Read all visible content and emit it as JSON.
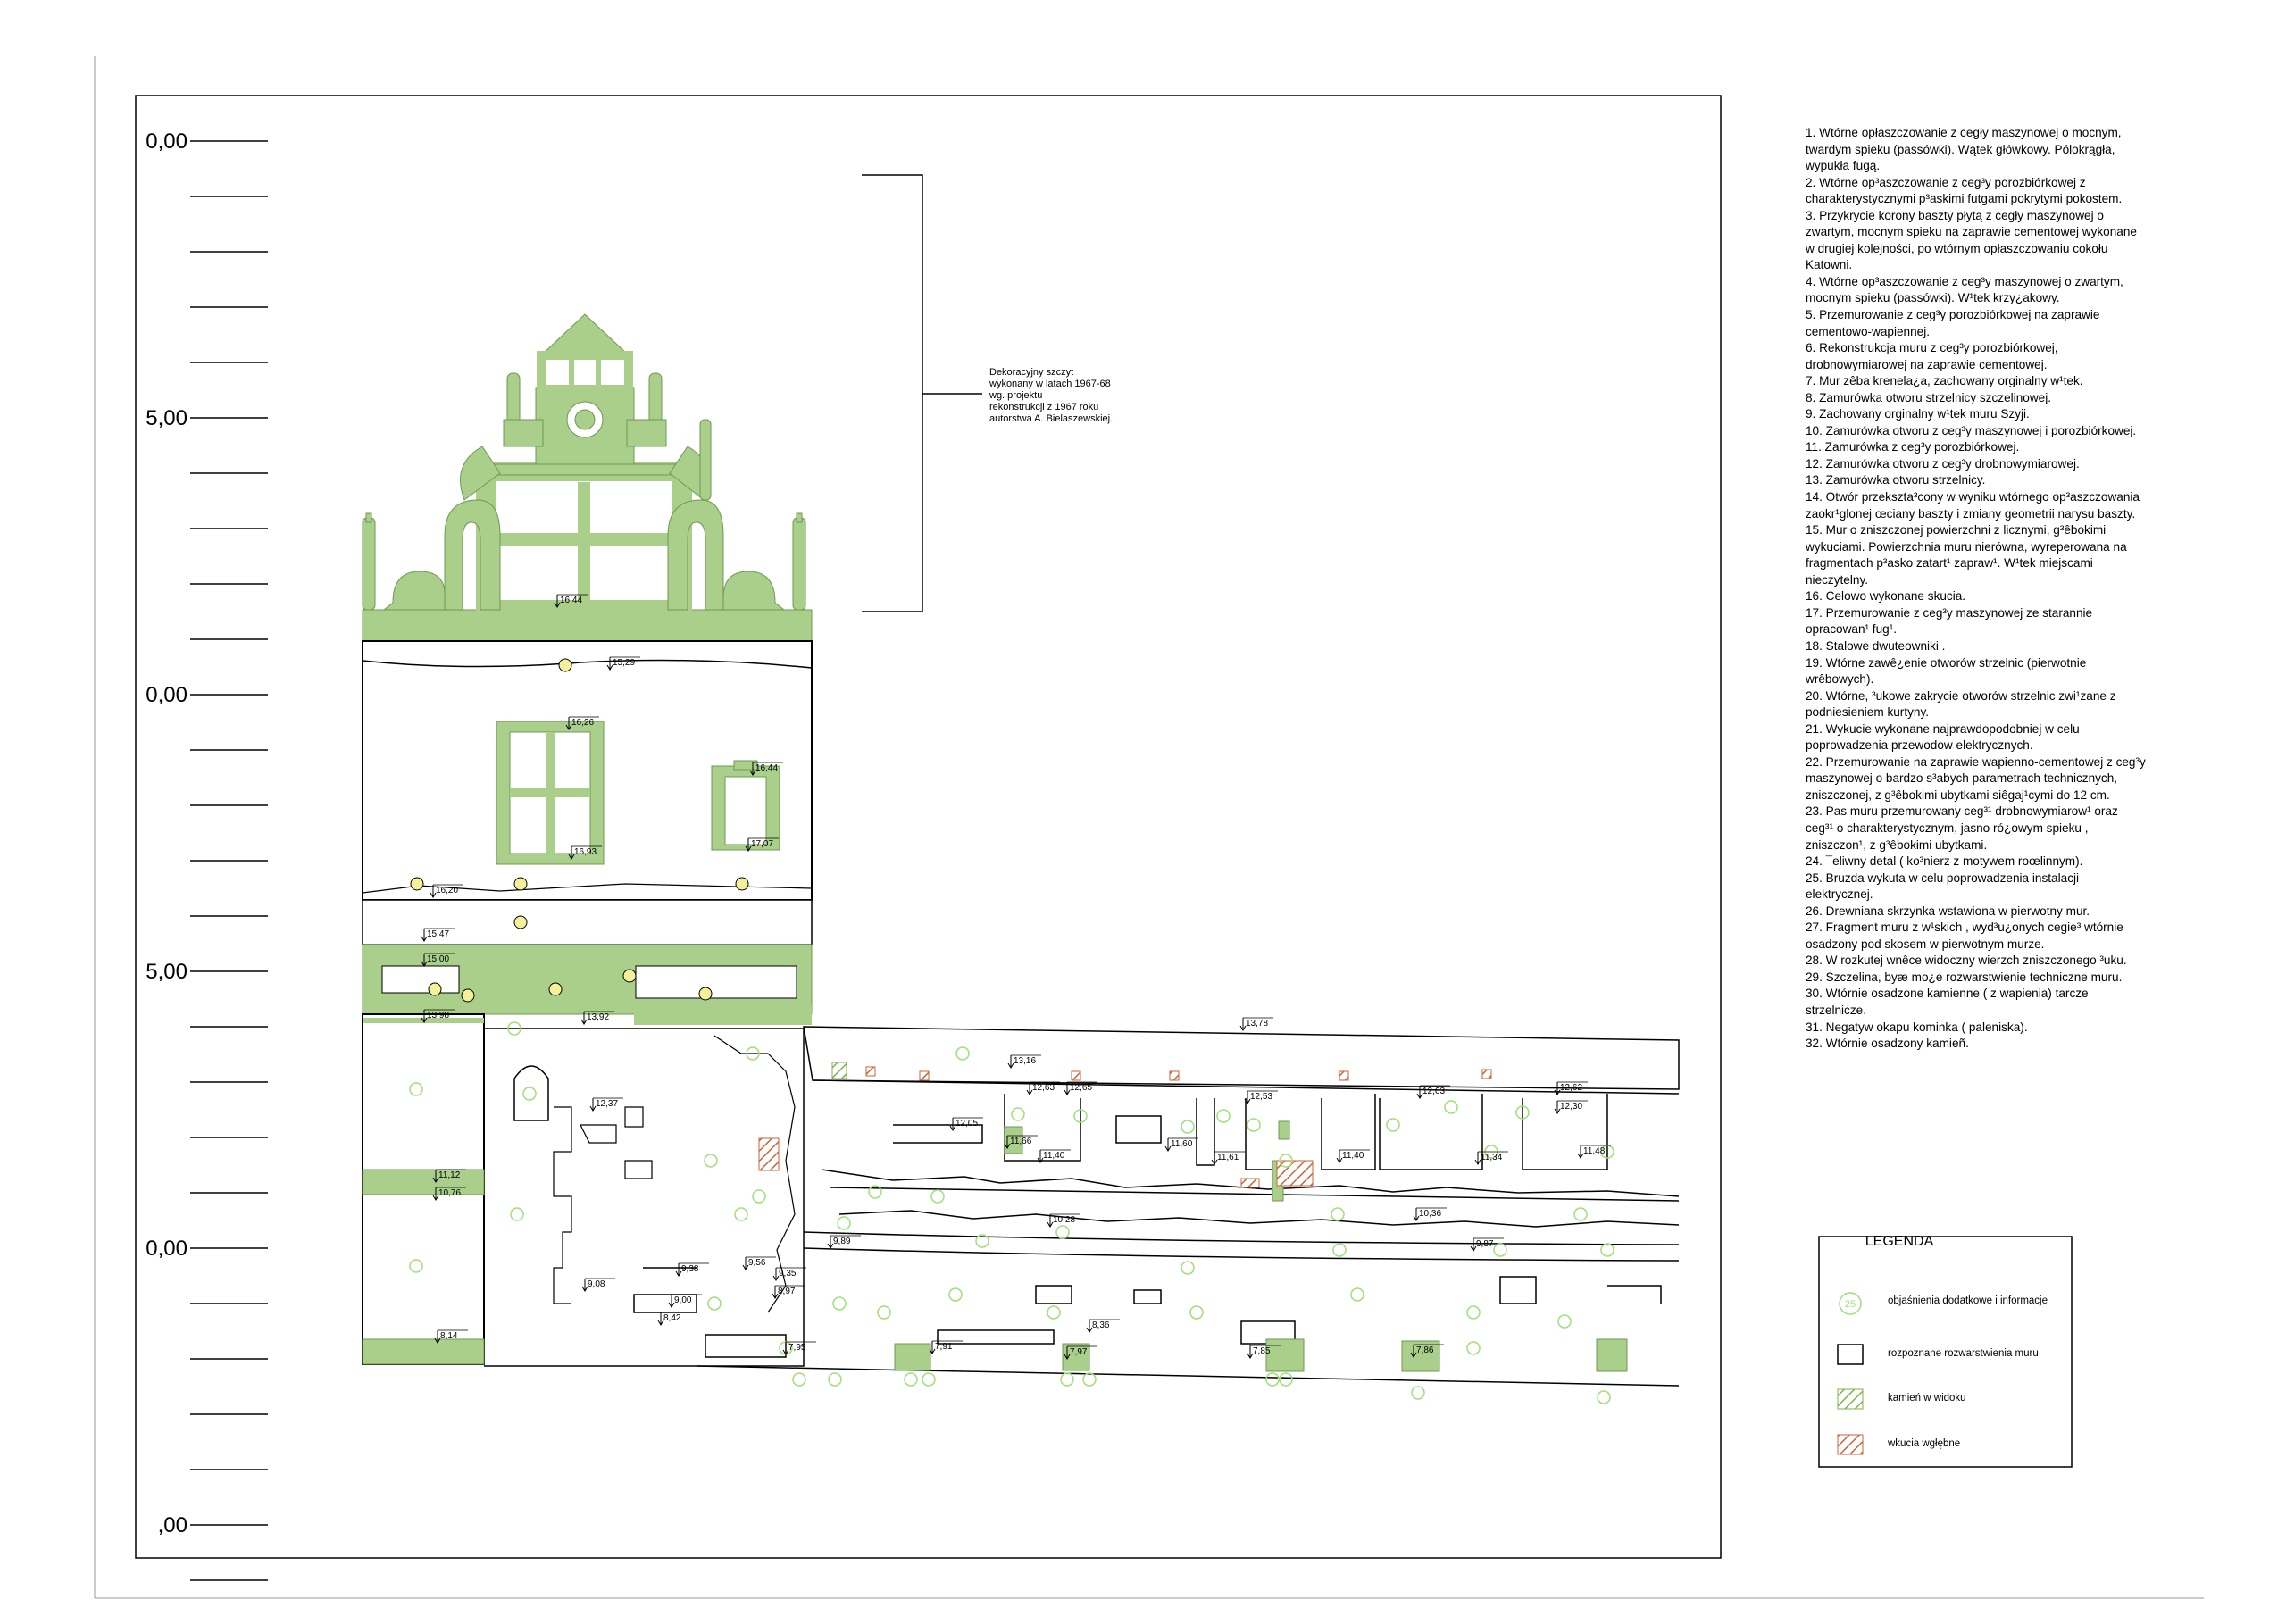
{
  "scale": {
    "labels": [
      "0,00",
      "5,00",
      "0,00",
      "5,00",
      "0,00",
      ",00"
    ]
  },
  "annotation": {
    "lines": [
      "Dekoracyjny szczyt",
      "wykonany w latach 1967-68",
      "wg. projektu",
      "rekonstrukcji z 1967 roku",
      "autorstwa A. Bielaszewskiej."
    ]
  },
  "elevation_marks": [
    "16,44",
    "15,29",
    "16,26",
    "16,44",
    "16,93",
    "17,07",
    "16,20",
    "15,47",
    "15,00",
    "13,98",
    "13,92",
    "13,78",
    "13,16",
    "12,37",
    "12,63",
    "12,65",
    "12,53",
    "12,63",
    "12,62",
    "12,30",
    "12,05",
    "11,66",
    "11,40",
    "11,60",
    "11,61",
    "11,40",
    "11,34",
    "11,48",
    "11,12",
    "10,76",
    "10,28",
    "10,36",
    "9,89",
    "9,87",
    "9,38",
    "9,56",
    "9,35",
    "9,08",
    "8,97",
    "9,00",
    "8,42",
    "8,36",
    "8,14",
    "7,95",
    "7,91",
    "7,97",
    "7,85",
    "7,86"
  ],
  "notes": [
    "1. Wtórne opłaszczowanie z cegły maszynowej o mocnym, twardym spieku (passówki). Wątek główkowy. Pólokrągła, wypukła  fugą.",
    "2. Wtórne op³aszczowanie z ceg³y porozbiórkowej z charakterystycznymi p³askimi futgami pokrytymi pokostem.",
    "3. Przykrycie korony baszty płytą z cegły maszynowej o zwartym, mocnym spieku na zaprawie cementowej wykonane w drugiej kolejności, po wtórnym opłaszczowaniu cokołu Katowni.",
    "4. Wtórne op³aszczowanie z ceg³y maszynowej o zwartym, mocnym spieku (passówki). W¹tek krzy¿akowy.",
    "5. Przemurowanie z ceg³y porozbiórkowej na zaprawie cementowo-wapiennej.",
    "6. Rekonstrukcja muru z ceg³y porozbiórkowej, drobnowymiarowej na zaprawie cementowej.",
    "7. Mur zêba krenela¿a, zachowany orginalny w¹tek.",
    "8. Zamurówka otworu strzelnicy szczelinowej.",
    "9. Zachowany orginalny w¹tek muru Szyji.",
    "10. Zamurówka otworu z ceg³y maszynowej i porozbiórkowej.",
    "11. Zamurówka z ceg³y porozbiórkowej.",
    "12. Zamurówka otworu z ceg³y drobnowymiarowej.",
    "13. Zamurówka otworu strzelnicy.",
    "14. Otwór przekszta³cony w wyniku wtórnego op³aszczowania zaokr¹glonej œciany baszty i zmiany geometrii narysu baszty.",
    "15. Mur o zniszczonej powierzchni z licznymi, g³êbokimi wykuciami. Powierzchnia muru nierówna, wyreperowana na fragmentach p³asko zatart¹ zapraw¹. W¹tek miejscami nieczytelny.",
    "16. Celowo wykonane skucia.",
    "17. Przemurowanie z ceg³y maszynowej ze starannie opracowan¹ fug¹.",
    "18. Stalowe dwuteowniki .",
    "19. Wtórne zawê¿enie otworów strzelnic (pierwotnie wrêbowych).",
    "20. Wtórne, ³ukowe zakrycie otworów strzelnic zwi¹zane z  podniesieniem kurtyny.",
    "21. Wykucie wykonane najprawdopodobniej w celu poprowadzenia przewodow elektrycznych.",
    "22. Przemurowanie na zaprawie wapienno-cementowej z ceg³y maszynowej o bardzo s³abych parametrach technicznych, zniszczonej, z g³êbokimi ubytkami siêgaj¹cymi do 12 cm.",
    "23. Pas muru przemurowany ceg³¹ drobnowymiarow¹ oraz ceg³¹ o charakterystycznym, jasno ró¿owym spieku , zniszczon¹, z g³êbokimi ubytkami.",
    "24. ¯eliwny detal ( ko³nierz z motywem roœlinnym).",
    "25. Bruzda wykuta w celu poprowadzenia instalacji elektrycznej.",
    "26. Drewniana skrzynka wstawiona w pierwotny mur.",
    "27. Fragment muru z w¹skich , wyd³u¿onych cegie³ wtórnie osadzony pod skosem w pierwotnym murze.",
    "28. W rozkutej wnêce widoczny wierzch zniszczonego ³uku.",
    "29. Szczelina, byæ mo¿e rozwarstwienie techniczne muru.",
    "30. Wtórnie osadzone kamienne ( z wapienia) tarcze strzelnicze.",
    "31. Negatyw okapu kominka ( paleniska).",
    "32. Wtórnie osadzony kamieñ."
  ],
  "legend": {
    "title": "LEGENDA",
    "items": [
      {
        "symbol": "25",
        "label": "objaśnienia dodatkowe i informacje"
      },
      {
        "label": "rozpoznane rozwarstwienia muru"
      },
      {
        "label": "kamień w widoku"
      },
      {
        "label": "wkucia wgłębne"
      }
    ]
  },
  "colors": {
    "infill": "#a9cf8b",
    "layer_lines": "#000000",
    "stone_hatch": "#7fb34d",
    "deep_cut": "#c8663a",
    "marker": "#9fe07a",
    "circle_fill": "#f4f19a",
    "accent_pink": "#e07fa8"
  }
}
